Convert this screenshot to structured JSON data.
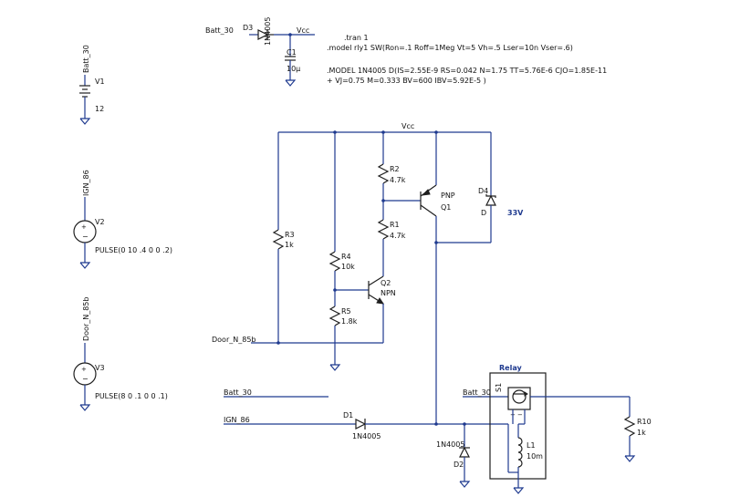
{
  "directives": {
    "tran": ".tran 1",
    "model_rly": ".model rly1 SW(Ron=.1 Roff=1Meg Vt=5 Vh=.5 Lser=10n Vser=.6)",
    "model_diode_1": ".MODEL 1N4005 D(IS=2.55E-9 RS=0.042 N=1.75 TT=5.76E-6 CJO=1.85E-11",
    "model_diode_2": "+ VJ=0.75 M=0.333 BV=600 IBV=5.92E-5 )"
  },
  "nets": {
    "batt30": "Batt_30",
    "vcc": "Vcc",
    "ign86": "IGN_86",
    "door": "Door_N_85b"
  },
  "components": {
    "d3": {
      "name": "D3",
      "value": "1N4005"
    },
    "c1": {
      "name": "C1",
      "value": "10µ"
    },
    "v1": {
      "name": "V1",
      "value": "12"
    },
    "v2": {
      "name": "V2",
      "value": "PULSE(0 10 .4 0 0 .2)"
    },
    "v3": {
      "name": "V3",
      "value": "PULSE(8 0 .1 0 0 .1)"
    },
    "r1": {
      "name": "R1",
      "value": "4.7k"
    },
    "r2": {
      "name": "R2",
      "value": "4.7k"
    },
    "r3": {
      "name": "R3",
      "value": "1k"
    },
    "r4": {
      "name": "R4",
      "value": "10k"
    },
    "r5": {
      "name": "R5",
      "value": "1.8k"
    },
    "r10": {
      "name": "R10",
      "value": "1k"
    },
    "q1": {
      "name": "Q1",
      "value": "PNP"
    },
    "q2": {
      "name": "Q2",
      "value": "NPN"
    },
    "d4": {
      "name": "D4",
      "value": "D",
      "extra": "33V"
    },
    "d1": {
      "name": "D1",
      "value": "1N4005"
    },
    "d2": {
      "name": "D2",
      "value": "1N4005"
    },
    "l1": {
      "name": "L1",
      "value": "10m"
    },
    "s1": {
      "name": "S1"
    },
    "relay": {
      "name": "Relay"
    }
  }
}
